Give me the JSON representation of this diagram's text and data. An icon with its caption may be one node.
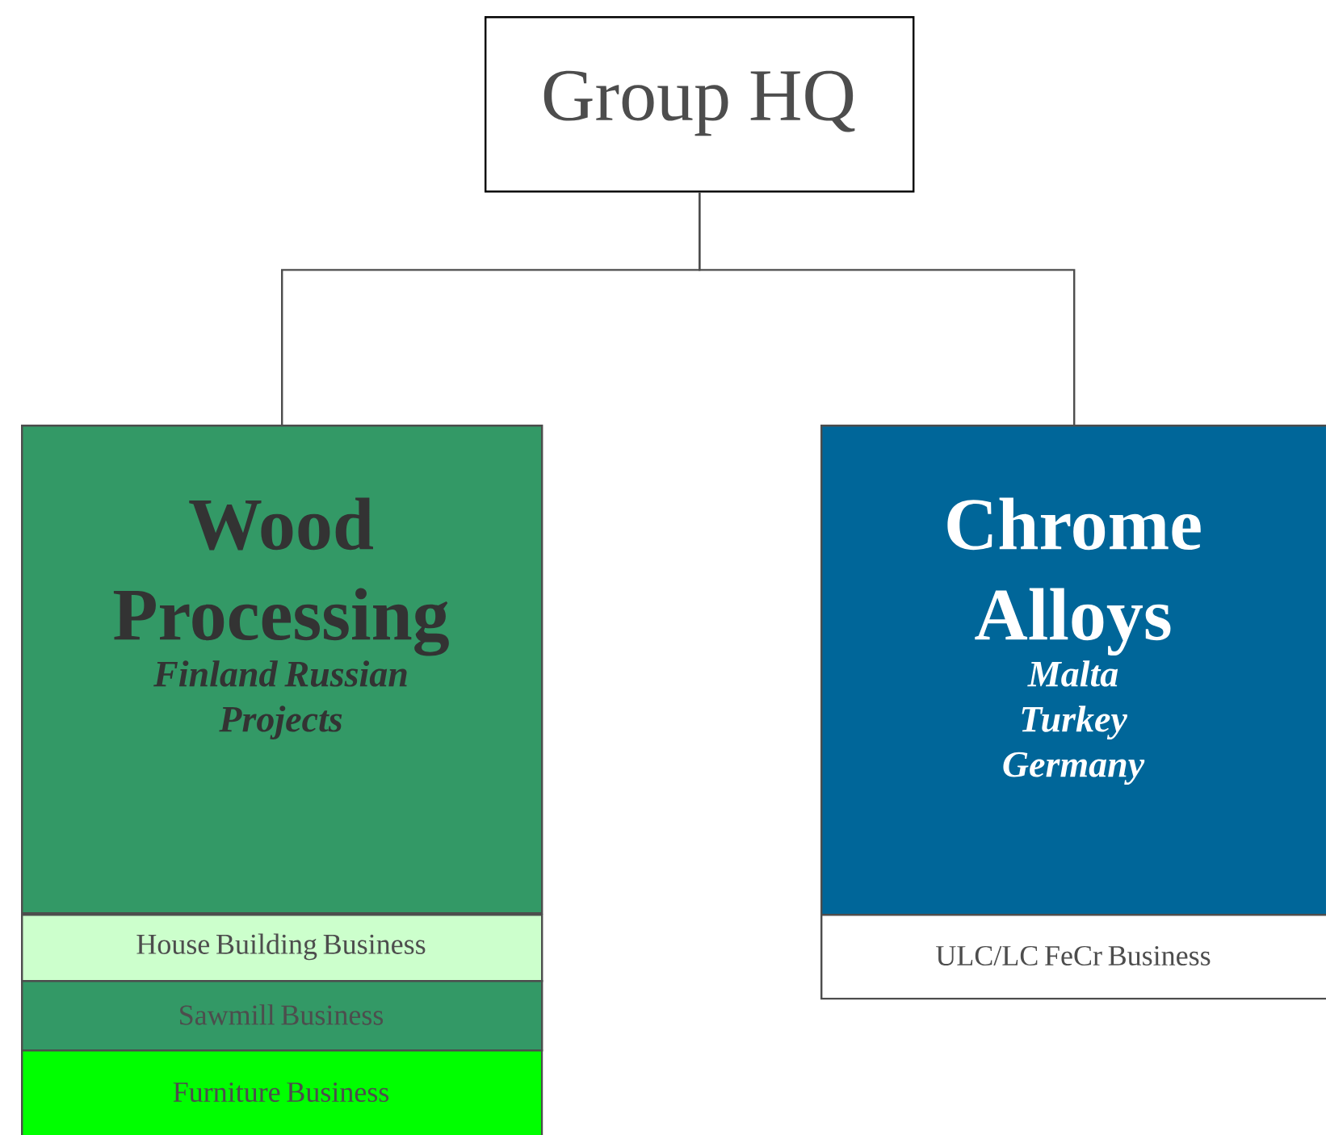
{
  "diagram": {
    "nodes": [
      {
        "text": [
          "Group HQ"
        ]
      },
      {
        "text": [
          "Wood Processing",
          "Finland Russian Projects"
        ]
      },
      {
        "text": [
          "House Building Business"
        ]
      },
      {
        "text": [
          "Sawmill Business"
        ]
      },
      {
        "text": [
          "Furniture Business"
        ]
      },
      {
        "text": [
          "Chrome Alloys",
          "Malta Turkey Germany"
        ]
      },
      {
        "text": [
          "ULC/LC FeCr Business"
        ]
      }
    ],
    "edges": [
      {
        "from": 0,
        "to": 1,
        "arrow": "none"
      },
      {
        "from": 0,
        "to": 5,
        "arrow": "none"
      }
    ]
  }
}
